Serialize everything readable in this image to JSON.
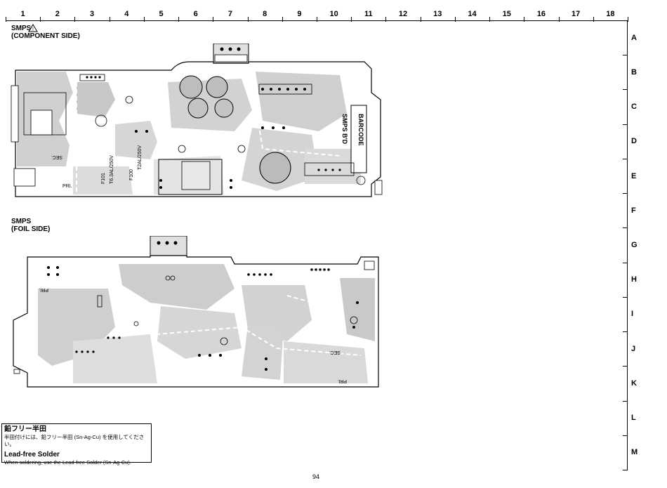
{
  "grid": {
    "columns": [
      "1",
      "2",
      "3",
      "4",
      "5",
      "6",
      "7",
      "8",
      "9",
      "10",
      "11",
      "12",
      "13",
      "14",
      "15",
      "16",
      "17",
      "18"
    ],
    "rows": [
      "A",
      "B",
      "C",
      "D",
      "E",
      "F",
      "G",
      "H",
      "I",
      "J",
      "K",
      "L",
      "M"
    ]
  },
  "component_side": {
    "title_line1": "SMPS",
    "title_line2": "(COMPONENT SIDE)",
    "labels": {
      "barcode": "BARCODE",
      "board_name": "SMPS B'D",
      "fuse1": "F101",
      "fuse1_rating": "T6.3AL/250V",
      "fuse2": "F100",
      "fuse2_rating": "T2AL/250V",
      "pri": "PRI.",
      "sec": "SEC."
    }
  },
  "foil_side": {
    "title_line1": "SMPS",
    "title_line2": "(FOIL SIDE)",
    "labels": {
      "pri": "PRI.",
      "sec": "SEC."
    }
  },
  "note": {
    "jp_title": "鉛フリー半田",
    "jp_text": "半田付けには、鉛フリー半田 (Sn-Ag-Cu) を使用してください。",
    "en_title": "Lead-free Solder",
    "en_text": "When soldering, use the Lead-free Solder (Sn-Ag-Cu)."
  },
  "colors": {
    "board_fill": "#d4d4d4",
    "trace_fill": "#b8b8b8",
    "outline": "#000000"
  },
  "page_number": "94"
}
